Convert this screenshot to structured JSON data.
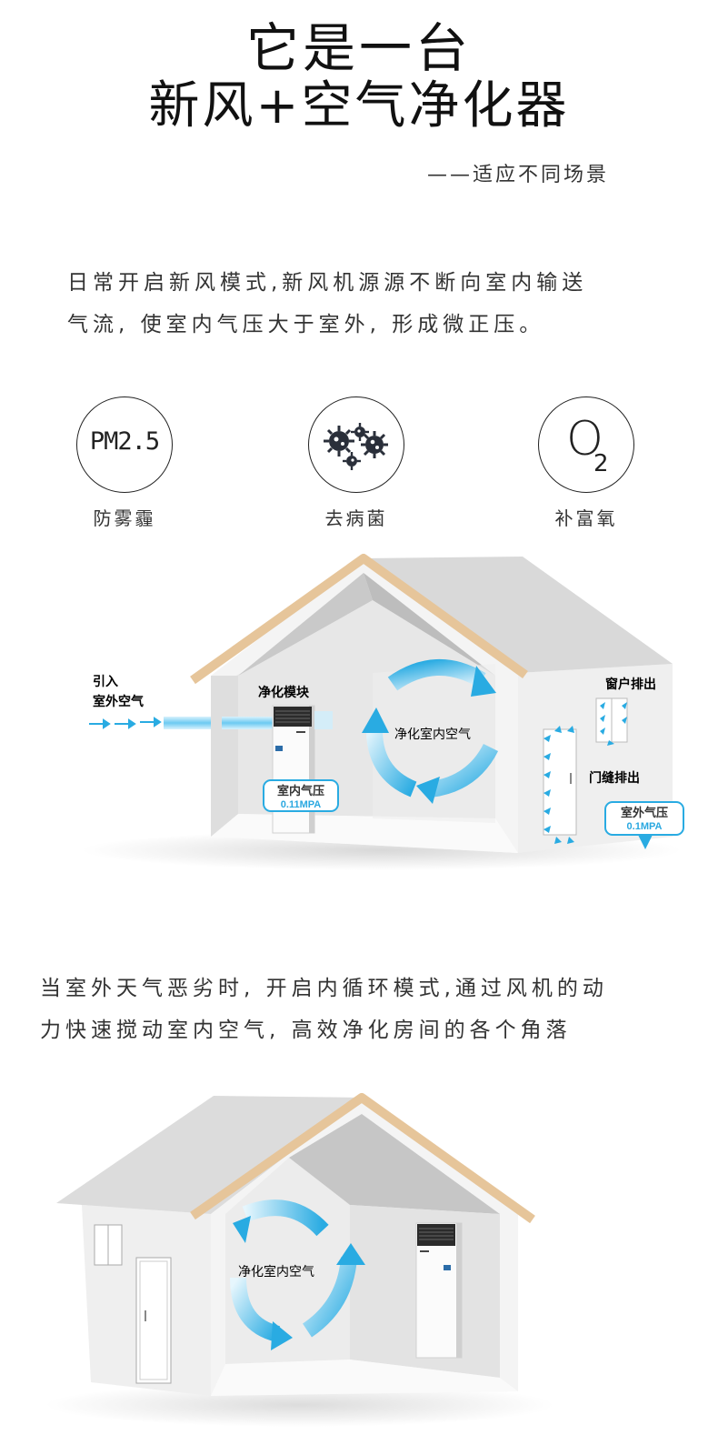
{
  "header": {
    "title_line1": "它是一台",
    "title_line2": "新风+空气净化器",
    "subtitle": "——适应不同场景"
  },
  "fresh_air_mode": {
    "description_line1": "日常开启新风模式,新风机源源不断向室内输送",
    "description_line2": "气流, 使室内气压大于室外, 形成微正压。"
  },
  "features": [
    {
      "icon": "pm25-icon",
      "icon_text": "PM2.5",
      "label": "防雾霾"
    },
    {
      "icon": "bacteria-icon",
      "label": "去病菌"
    },
    {
      "icon": "oxygen-icon",
      "icon_text_main": "O",
      "icon_text_sub": "2",
      "label": "补富氧"
    }
  ],
  "diagram1": {
    "intake_label_line1": "引入",
    "intake_label_line2": "室外空气",
    "module_label": "净化模块",
    "circulation_label": "净化室内空气",
    "window_exhaust_label": "窗户排出",
    "door_exhaust_label": "门缝排出",
    "indoor_pressure_title": "室内气压",
    "indoor_pressure_value": "0.11MPA",
    "outdoor_pressure_title": "室外气压",
    "outdoor_pressure_value": "0.1MPA"
  },
  "circulation_mode": {
    "description_line1": "当室外天气恶劣时, 开启内循环模式,通过风机的动",
    "description_line2": "力快速搅动室内空气, 高效净化房间的各个角落"
  },
  "diagram2": {
    "circulation_label": "净化室内空气"
  },
  "colors": {
    "roof": "#e6c59a",
    "wall": "#efefef",
    "roof_inside": "#cfcfcf",
    "arrow_blue": "#29abe2"
  }
}
